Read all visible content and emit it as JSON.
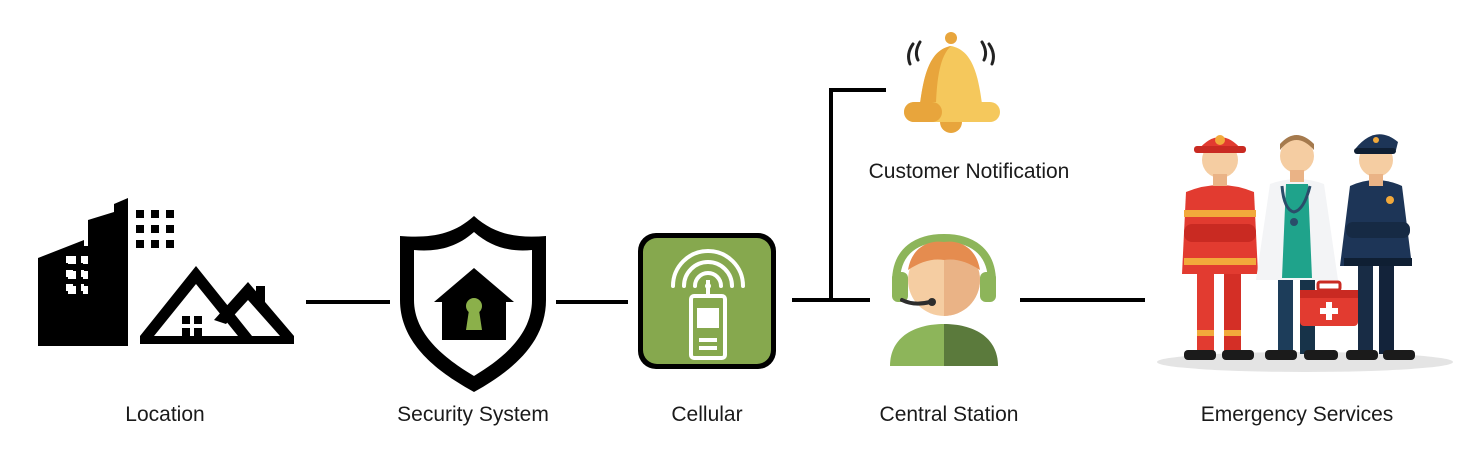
{
  "nodes": {
    "location": {
      "label": "Location"
    },
    "security_system": {
      "label": "Security System"
    },
    "cellular": {
      "label": "Cellular"
    },
    "customer_notification": {
      "label": "Customer Notification"
    },
    "central_station": {
      "label": "Central Station"
    },
    "emergency_services": {
      "label": "Emergency Services"
    }
  },
  "colors": {
    "line": "#000000",
    "cellular_green": "#86a84e",
    "bell_light": "#f5c85c",
    "bell_dark": "#e8a53c",
    "headset_green": "#8db55a",
    "operator_shirt": "#5b7a3c",
    "firefighter_red": "#e23b30",
    "doctor_scrubs": "#1fa38b",
    "police_navy": "#1d3557"
  }
}
